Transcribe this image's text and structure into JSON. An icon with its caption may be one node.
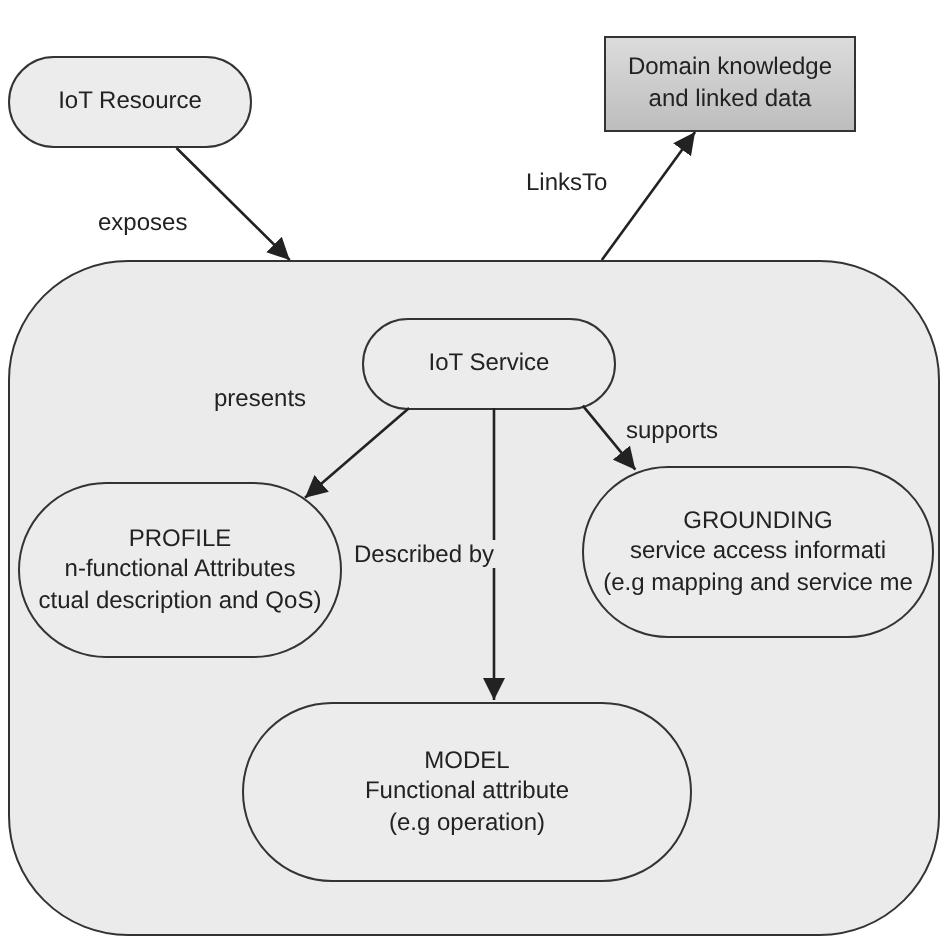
{
  "diagram": {
    "nodes": [
      {
        "text": [
          "IoT Resource"
        ]
      },
      {
        "text": [
          "Domain knowledge and linked data"
        ]
      },
      {
        "text": [],
        "shape": "box"
      },
      {
        "text": [
          "IoT Service"
        ],
        "in": 2
      },
      {
        "text": [
          "PROFILE",
          "n-functional Attributes",
          "ctual description and QoS)"
        ],
        "in": 2
      },
      {
        "text": [
          "GROUNDING",
          "service access informati",
          "(e.g mapping and service me"
        ],
        "in": 2
      },
      {
        "text": [
          "MODEL",
          "Functional attribute",
          "(e.g operation)"
        ],
        "in": 2
      }
    ],
    "edges": [
      {
        "from": 0,
        "to": 2,
        "arrow": "to",
        "label": "exposes"
      },
      {
        "from": 2,
        "to": 1,
        "arrow": "to",
        "label": "LinksTo"
      },
      {
        "from": 3,
        "to": 4,
        "arrow": "to",
        "label": "presents"
      },
      {
        "from": 3,
        "to": 6,
        "arrow": "to",
        "label": "Described by"
      },
      {
        "from": 3,
        "to": 5,
        "arrow": "to",
        "label": "supports"
      }
    ]
  }
}
